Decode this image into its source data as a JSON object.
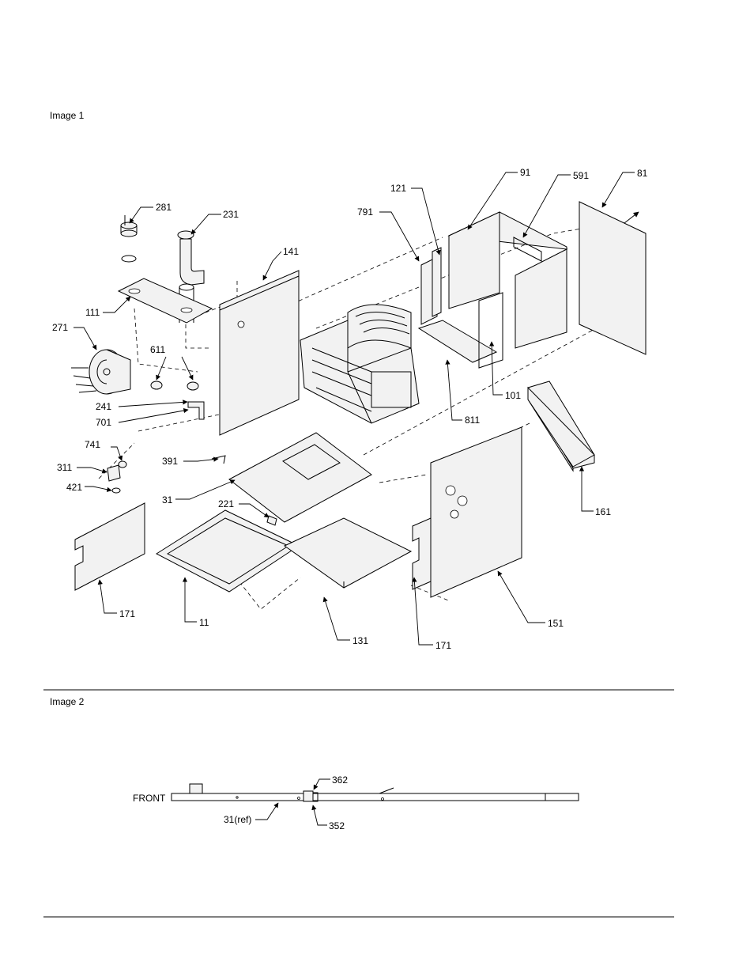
{
  "sections": {
    "image1_label": "Image 1",
    "image2_label": "Image 2"
  },
  "image1": {
    "callouts": [
      "281",
      "231",
      "141",
      "111",
      "271",
      "611",
      "241",
      "701",
      "741",
      "311",
      "421",
      "391",
      "31",
      "221",
      "171",
      "11",
      "131",
      "171b",
      "151",
      "161",
      "101",
      "811",
      "791",
      "121",
      "91",
      "591",
      "81"
    ],
    "labels": {
      "281": "281",
      "231": "231",
      "141": "141",
      "111": "111",
      "271": "271",
      "611": "611",
      "241": "241",
      "701": "701",
      "741": "741",
      "311": "311",
      "421": "421",
      "391": "391",
      "31": "31",
      "221": "221",
      "171": "171",
      "11": "11",
      "131": "131",
      "171b": "171",
      "151": "151",
      "161": "161",
      "101": "101",
      "811": "811",
      "791": "791",
      "121": "121",
      "91": "91",
      "591": "591",
      "81": "81"
    }
  },
  "image2": {
    "front_label": "FRONT",
    "labels": {
      "362": "362",
      "352": "352",
      "31ref": "31(ref)"
    }
  }
}
